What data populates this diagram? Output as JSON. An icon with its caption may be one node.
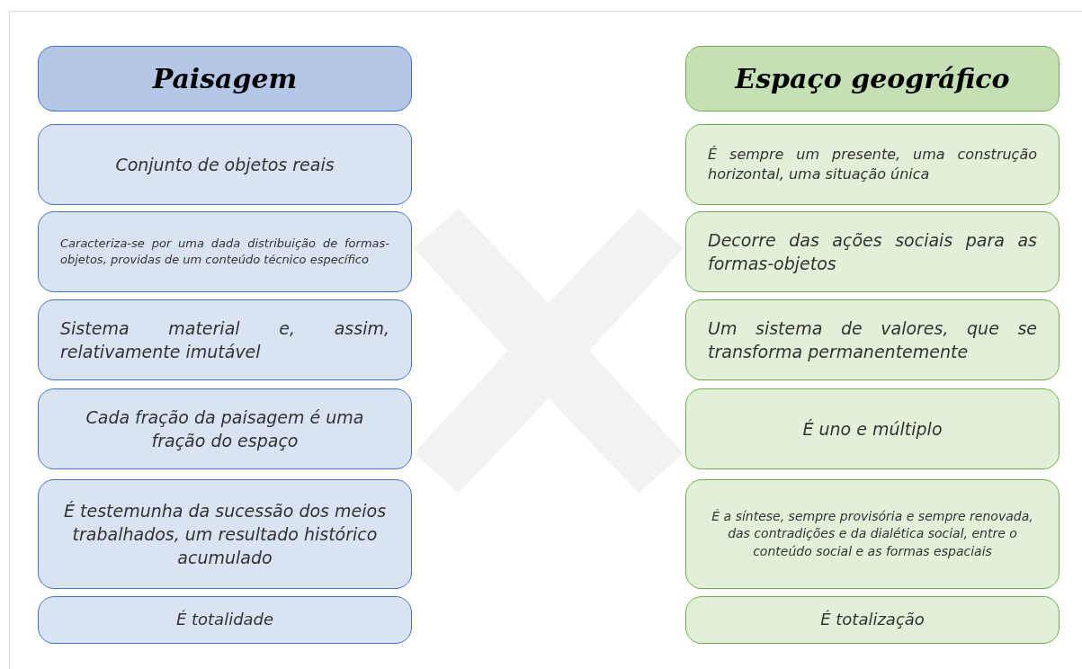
{
  "diagram": {
    "nodes": [
      {
        "text": [
          "Paisagem"
        ]
      },
      {
        "text": [
          "Conjunto de objetos reais"
        ]
      },
      {
        "text": [
          "Caracteriza-se por uma dada distribuição de formas-objetos, providas de um conteúdo técnico específico"
        ]
      },
      {
        "text": [
          "Sistema material e, assim, relativamente imutável"
        ]
      },
      {
        "text": [
          "Cada fração da paisagem é uma fração do espaço"
        ]
      },
      {
        "text": [
          "É testemunha da sucessão dos meios trabalhados, um resultado histórico acumulado"
        ]
      },
      {
        "text": [
          "É totalidade"
        ]
      },
      {
        "text": [
          "Espaço geográfico"
        ]
      },
      {
        "text": [
          "É sempre um presente, uma construção horizontal, uma situação única"
        ]
      },
      {
        "text": [
          "Decorre das ações sociais para as formas-objetos"
        ]
      },
      {
        "text": [
          "Um sistema de valores, que se transforma permanentemente"
        ]
      },
      {
        "text": [
          "É uno e múltiplo"
        ]
      },
      {
        "text": [
          "É a síntese, sempre provisória e sempre renovada, das contradições e da dialética social, entre o conteúdo social e as formas espaciais"
        ]
      },
      {
        "text": [
          "É totalização"
        ]
      },
      {
        "text": [],
        "shape": "cross"
      }
    ]
  }
}
